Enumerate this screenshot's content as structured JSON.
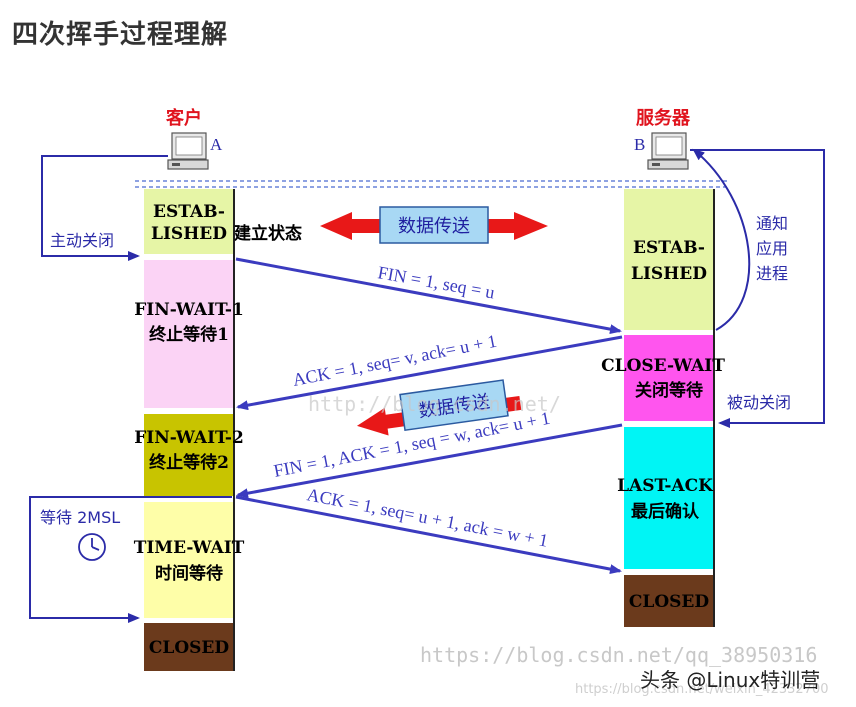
{
  "title": "四次挥手过程理解",
  "client": {
    "label": "客户",
    "letter": "A"
  },
  "server": {
    "label": "服务器",
    "letter": "B"
  },
  "client_states": [
    {
      "line1": "ESTAB-",
      "line2": "LISHED",
      "suffix": "建立状态",
      "color": "#e6f5a6"
    },
    {
      "line1": "FIN-WAIT-1",
      "line2": "终止等待1",
      "color": "#fbd3f5"
    },
    {
      "line1": "FIN-WAIT-2",
      "line2": "终止等待2",
      "color": "#c8c400"
    },
    {
      "line1": "TIME-WAIT",
      "line2": "时间等待",
      "color": "#fefea8"
    },
    {
      "line1": "CLOSED",
      "color": "#6b3a1c"
    }
  ],
  "server_states": [
    {
      "line1": "ESTAB-",
      "line2": "LISHED",
      "color": "#e6f5a6"
    },
    {
      "line1": "CLOSE-WAIT",
      "line2": "关闭等待",
      "color": "#ff55ee"
    },
    {
      "line1": "LAST-ACK",
      "line2": "最后确认",
      "color": "#00f5f5"
    },
    {
      "line1": "CLOSED",
      "color": "#6b3a1c"
    }
  ],
  "data_transfer": "数据传送",
  "messages": {
    "fin1": "FIN = 1, seq = u",
    "ack1": "ACK = 1, seq= v, ack= u + 1",
    "fin2": "FIN = 1, ACK = 1, seq = w, ack= u + 1",
    "ack2": "ACK = 1, seq= u + 1, ack = w + 1"
  },
  "notes": {
    "active_close": "主动关闭",
    "notify_app_1": "通知",
    "notify_app_2": "应用",
    "notify_app_3": "进程",
    "passive_close": "被动关闭",
    "wait_2msl": "等待 2MSL"
  },
  "watermarks": {
    "url": "https://blog.csdn.net/qq_38950316",
    "mid": "http://blog.csdn.net/",
    "small": "https://blog.csdn.net/weixin_42332700",
    "brand": "头条 @Linux特训营"
  }
}
